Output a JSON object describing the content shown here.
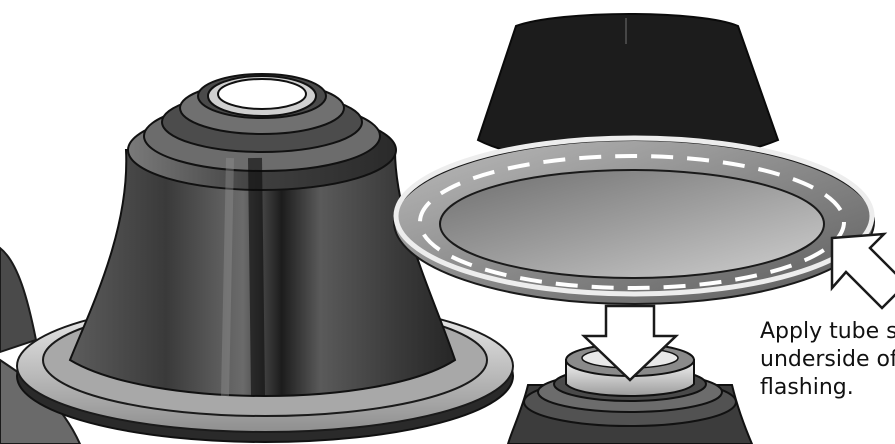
{
  "caption": {
    "lines": [
      "Apply tube s",
      "underside of",
      "flashing."
    ]
  },
  "colors": {
    "background": "#ffffff",
    "outline": "#1a1a1a",
    "cone_dark": "#1f1f1f",
    "cone_mid": "#5a5a5a",
    "cone_light": "#8c8c8c",
    "flange_light": "#d9d9d9",
    "flange_gray": "#9a9a9a",
    "boot_black": "#1c1c1c",
    "sealant_dash": "#ffffff",
    "arrow_fill": "#ffffff"
  },
  "icons": {
    "down_arrow": "arrow-down-icon",
    "pointer_arrow": "arrow-up-left-icon"
  }
}
